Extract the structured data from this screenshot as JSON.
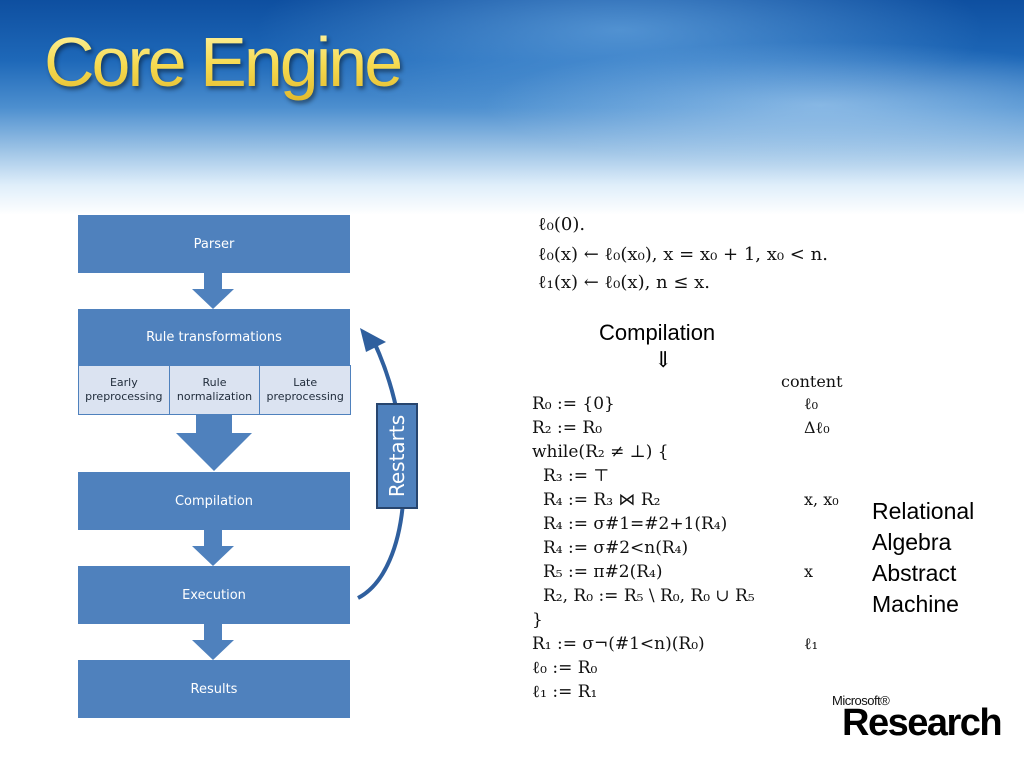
{
  "slide": {
    "title": "Core Engine"
  },
  "flow": {
    "parser": "Parser",
    "rule_transformations": "Rule transformations",
    "subs": [
      {
        "line1": "Early",
        "line2": "preprocessing"
      },
      {
        "line1": "Rule",
        "line2": "normalization"
      },
      {
        "line1": "Late",
        "line2": "preprocessing"
      }
    ],
    "compilation": "Compilation",
    "execution": "Execution",
    "results": "Results",
    "restarts": "Restarts"
  },
  "program": {
    "line1": "ℓ₀(0).",
    "line2": "ℓ₀(x)  ← ℓ₀(x₀), x = x₀ + 1, x₀ < n.",
    "line3": "ℓ₁(x)  ← ℓ₀(x), n ≤ x."
  },
  "compilation_label": "Compilation",
  "compilation_arrow": "⇓",
  "algebra": {
    "content_header": "content",
    "lines": [
      {
        "code": "R₀ := {0}",
        "content": "ℓ₀"
      },
      {
        "code": "R₂ := R₀",
        "content": "Δℓ₀"
      },
      {
        "code": "while(R₂ ≠ ⊥) {",
        "content": ""
      },
      {
        "code": "  R₃ := ⊤",
        "content": ""
      },
      {
        "code": "  R₄ := R₃ ⋈ R₂",
        "content": "x, x₀"
      },
      {
        "code": "  R₄ := σ#1=#2+1(R₄)",
        "content": ""
      },
      {
        "code": "  R₄ := σ#2<n(R₄)",
        "content": ""
      },
      {
        "code": "  R₅ := π#2(R₄)",
        "content": "x"
      },
      {
        "code": "  R₂, R₀ := R₅ \\ R₀, R₀ ∪ R₅",
        "content": ""
      },
      {
        "code": "}",
        "content": ""
      },
      {
        "code": "R₁ := σ¬(#1<n)(R₀)",
        "content": "ℓ₁"
      },
      {
        "code": "ℓ₀ := R₀",
        "content": ""
      },
      {
        "code": "ℓ₁ := R₁",
        "content": ""
      }
    ]
  },
  "ra_label": {
    "line1": "Relational",
    "line2": "Algebra",
    "line3": "Abstract",
    "line4": "Machine"
  },
  "logo": {
    "small": "Microsoft®",
    "big": "Research"
  },
  "colors": {
    "box": "#4f81bd",
    "subbox": "#dbe3f1",
    "title": "#f5d94e"
  }
}
